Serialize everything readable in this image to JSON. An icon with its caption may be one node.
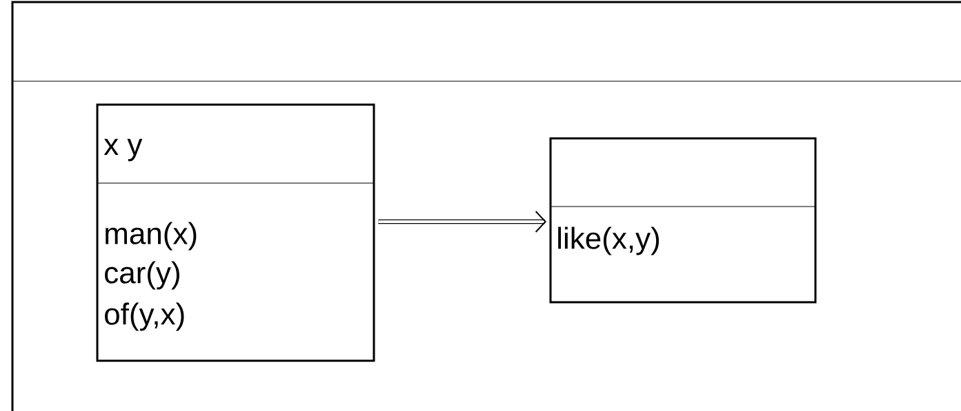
{
  "diagram": {
    "nodes": [
      {
        "text": [],
        "shape": "box"
      },
      {
        "text": [
          "x y",
          "man(x)",
          "car(y)",
          "of(y,x)"
        ],
        "in": 0
      },
      {
        "text": [
          "like(x,y)"
        ],
        "in": 0
      }
    ],
    "edges": [
      {
        "from": 1,
        "to": 2,
        "arrow": "to"
      }
    ]
  }
}
